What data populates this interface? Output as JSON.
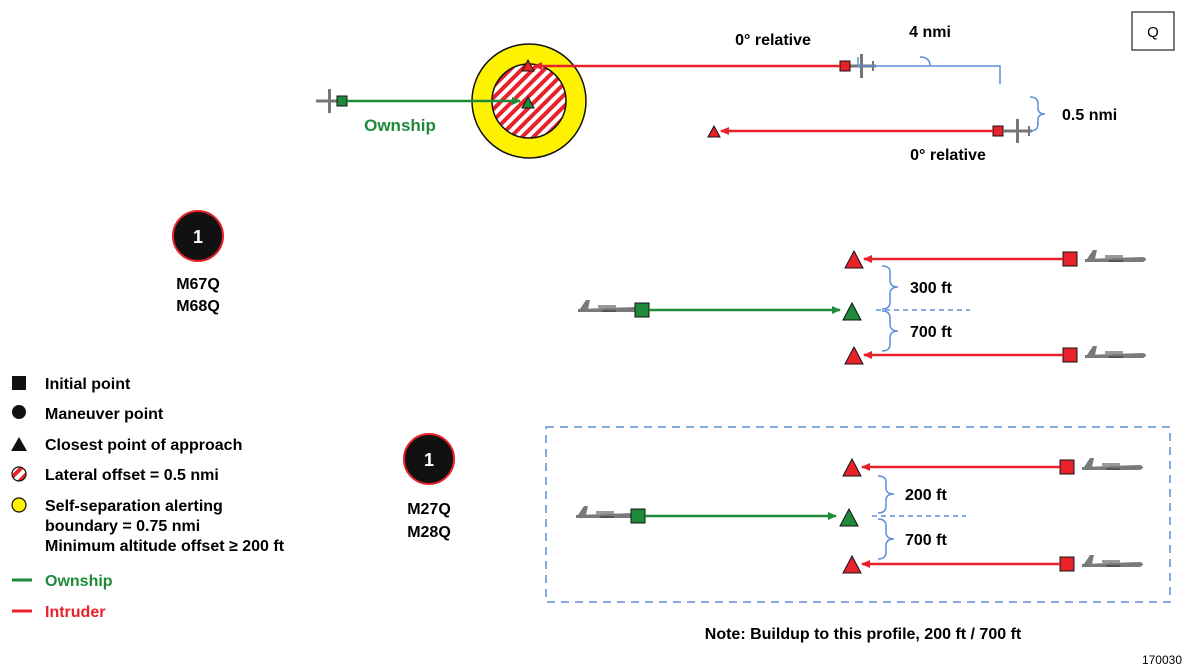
{
  "corner_box": "Q",
  "top": {
    "ownship_label": "Ownship",
    "upper_relative": "0° relative",
    "distance": "4 nmi",
    "offset": "0.5 nmi",
    "lower_relative": "0° relative"
  },
  "badges": [
    {
      "number": "1",
      "codes": [
        "M67Q",
        "M68Q"
      ]
    },
    {
      "number": "1",
      "codes": [
        "M27Q",
        "M28Q"
      ]
    }
  ],
  "profile1": {
    "upper_sep": "300 ft",
    "lower_sep": "700 ft"
  },
  "profile2": {
    "upper_sep": "200 ft",
    "lower_sep": "700 ft"
  },
  "legend": {
    "initial_point": "Initial point",
    "maneuver_point": "Maneuver point",
    "cpa": "Closest point of approach",
    "lateral_offset": "Lateral offset = 0.5 nmi",
    "ssab_line1": "Self-separation alerting",
    "ssab_line2": "boundary = 0.75 nmi",
    "ssab_line3": "Minimum altitude offset ≥ 200 ft",
    "ownship": "Ownship",
    "intruder": "Intruder"
  },
  "note": "Note: Buildup to this profile, 200 ft / 700 ft",
  "figure_id": "170030",
  "colors": {
    "ownship": "#1e8a3a",
    "intruder": "#e8222a",
    "boundary": "#fff200",
    "bracket": "#5b8fd6"
  }
}
